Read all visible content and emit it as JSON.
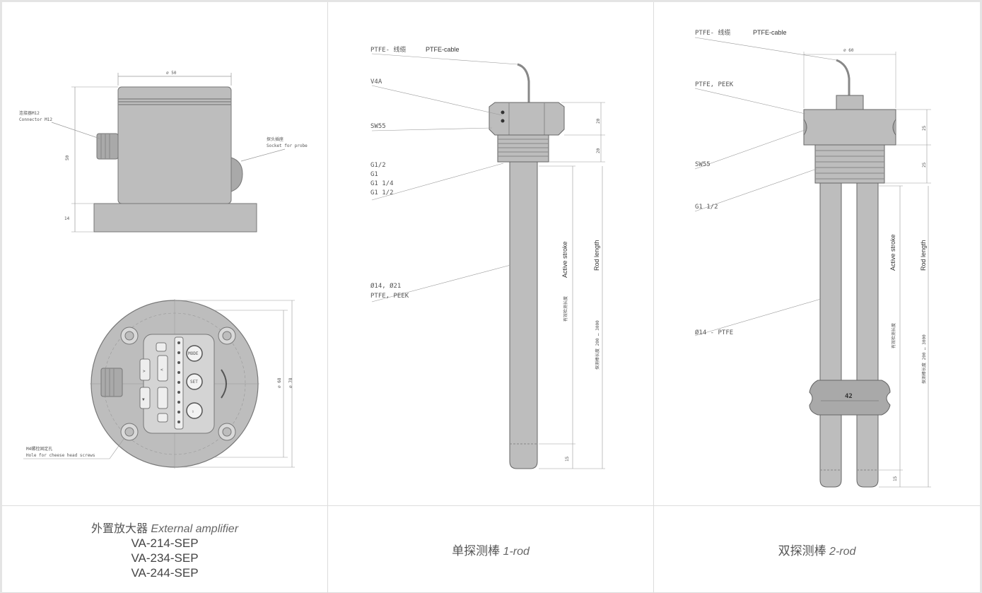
{
  "panel1": {
    "top_view": {
      "dim_diameter": "∅ 50",
      "dim_height": "50",
      "dim_base": "14",
      "connector_cn": "连接器M12",
      "connector_en": "Connector M12",
      "socket_cn": "探头插座",
      "socket_en": "Socket for probe"
    },
    "bottom_view": {
      "dim_outer": "∅ 78",
      "dim_inner": "∅ 68",
      "hole_cn": "M4螺栓固定孔",
      "hole_en": "Hole for cheese head screws",
      "btn_mode": "MODE",
      "btn_set": "SET",
      "btn_up": "⇧",
      "key_1": "<",
      "key_2": ">",
      "key_3": "▼"
    },
    "caption": {
      "cn": "外置放大器",
      "en": "External amplifier",
      "models": [
        "VA-214-SEP",
        "VA-234-SEP",
        "VA-244-SEP"
      ]
    }
  },
  "panel2": {
    "cable_cn": "PTFE- 线缆",
    "cable_en": "PTFE-cable",
    "material_top": "V4A",
    "wrench": "SW55",
    "thread_lines": [
      "G1/2",
      "G1",
      "G1 1/4",
      "G1 1/2"
    ],
    "rod_lines": [
      "Ø14, Ø21",
      "PTFE, PEEK"
    ],
    "dim_head": "20",
    "dim_thread": "20",
    "dim_tip": "15",
    "active_stroke_cn": "有效检测长度",
    "active_stroke_en": "Active stroke",
    "rod_length_cn": "探测棒长度 200 … 3000",
    "rod_length_en": "Rod length",
    "caption": {
      "cn": "单探测棒",
      "en": "1-rod"
    }
  },
  "panel3": {
    "cable_cn": "PTFE- 线缆",
    "cable_en": "PTFE-cable",
    "dim_diameter": "∅ 60",
    "material_top": "PTFE, PEEK",
    "wrench": "SW55",
    "thread": "G1 1/2",
    "rod_material": "Ø14 - PTFE",
    "dim_head": "25",
    "dim_thread": "25",
    "spacer": "42",
    "dim_tip": "15",
    "active_stroke_cn": "有效检测长度",
    "active_stroke_en": "Active stroke",
    "rod_length_cn": "探测棒长度 200 … 3000",
    "rod_length_en": "Rod length",
    "caption": {
      "cn": "双探测棒",
      "en": "2-rod"
    }
  },
  "colors": {
    "metal": "#bdbdbd",
    "metal_dark": "#a9a9a9",
    "line": "#666666",
    "background": "#ffffff",
    "frame": "#e4e4e4"
  }
}
